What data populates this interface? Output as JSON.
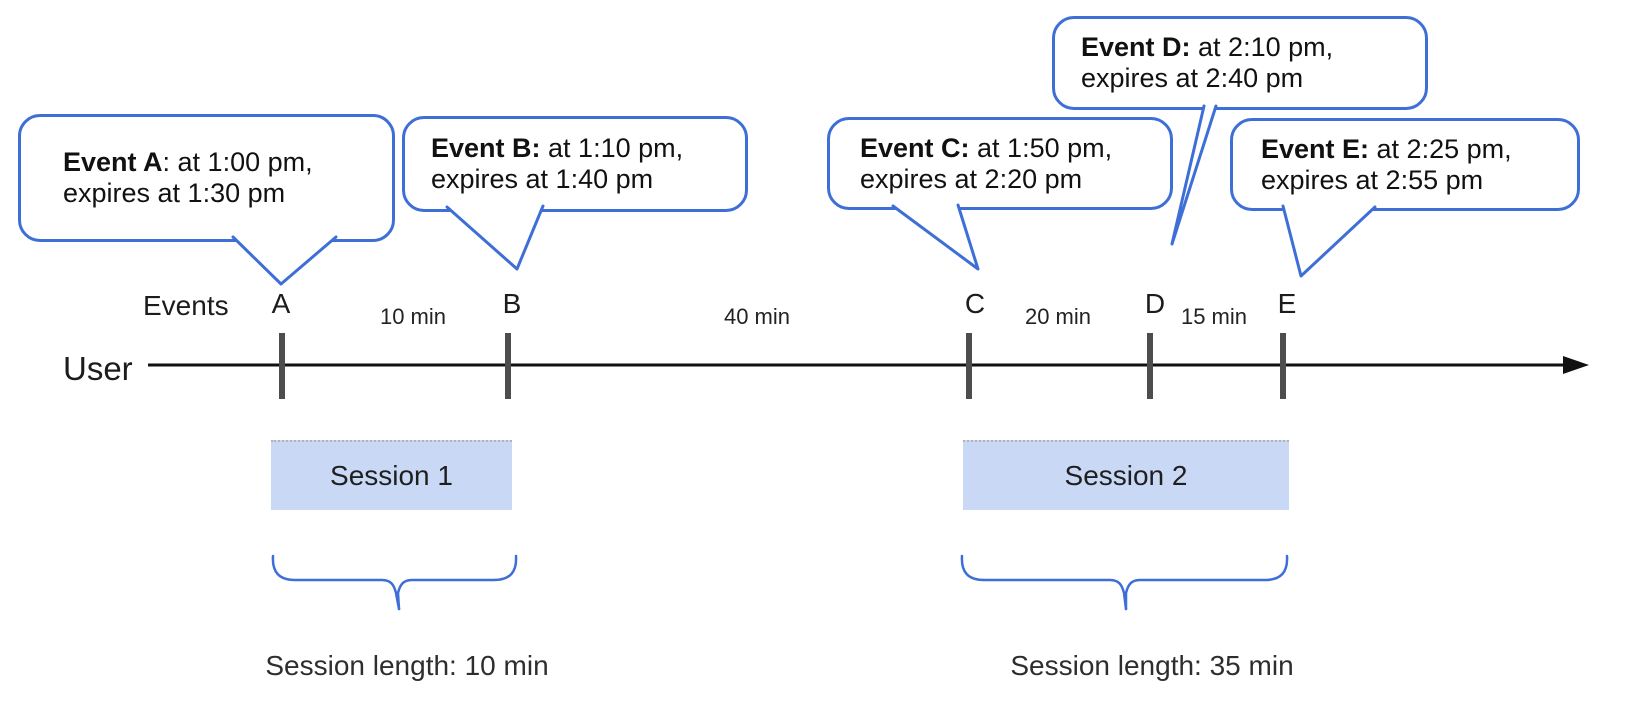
{
  "timeline": {
    "events_label": "Events",
    "axis_label": "User",
    "event_marks": [
      "A",
      "B",
      "C",
      "D",
      "E"
    ],
    "gaps": [
      "10 min",
      "40 min",
      "20 min",
      "15 min"
    ]
  },
  "callouts": [
    {
      "bold": "Event A",
      "rest": ": at 1:00 pm,",
      "line2": "expires at 1:30 pm"
    },
    {
      "bold": "Event B:",
      "rest": " at 1:10 pm,",
      "line2": "expires at 1:40 pm"
    },
    {
      "bold": "Event C:",
      "rest": " at 1:50 pm,",
      "line2": "expires at 2:20 pm"
    },
    {
      "bold": "Event D:",
      "rest": " at 2:10 pm,",
      "line2": "expires at 2:40 pm"
    },
    {
      "bold": "Event E:",
      "rest": " at 2:25 pm,",
      "line2": "expires at 2:55 pm"
    }
  ],
  "sessions": [
    {
      "label": "Session 1",
      "length_label": "Session length: 10 min"
    },
    {
      "label": "Session 2",
      "length_label": "Session length: 35 min"
    }
  ],
  "colors": {
    "bubble_border": "#3d6fd6",
    "brace": "#3d6fd6",
    "session_fill": "#c9d9f5",
    "timeline": "#111111",
    "tick": "#4d4d4d"
  }
}
